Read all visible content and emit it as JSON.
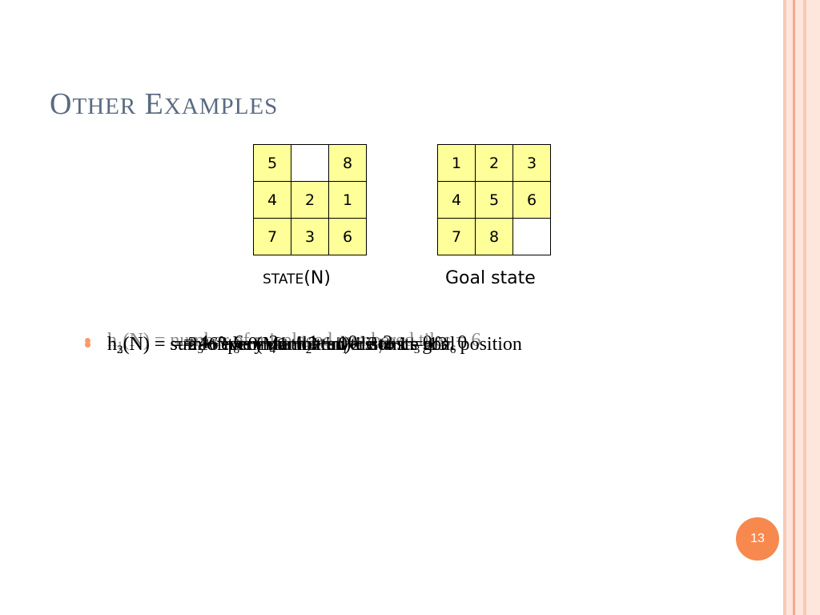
{
  "slide": {
    "title_first_letter_1": "O",
    "title_rest_1": "THER",
    "title_first_letter_2": "E",
    "title_rest_2": "XAMPLES",
    "page_number": "13"
  },
  "state_grid": [
    [
      "5",
      "",
      "8"
    ],
    [
      "4",
      "2",
      "1"
    ],
    [
      "7",
      "3",
      "6"
    ]
  ],
  "goal_grid": [
    [
      "1",
      "2",
      "3"
    ],
    [
      "4",
      "5",
      "6"
    ],
    [
      "7",
      "8",
      ""
    ]
  ],
  "captions": {
    "state_prefix": "STATE",
    "state_suffix": "(N)",
    "goal": "Goal state"
  },
  "bullets": {
    "h1": {
      "h": "h",
      "sub": "1",
      "text": "(N)  = number of misplaced numbered tiles = 6"
    },
    "h2": {
      "h": "h",
      "sub": "2",
      "text": "(N) = sum of the (Manhattan) distance of",
      "line2": "every numbered tile to its goal position",
      "line3": "= 2 + 3 + 0 + 1 + 3 + 0 + 3 + 1 = 13"
    },
    "h3": {
      "h": "h",
      "sub": "3",
      "text": "(N) = sum of permutation inversions",
      "terms_prefix": "= ",
      "terms": [
        {
          "n": "n",
          "sub": "5"
        },
        {
          "n": "n",
          "sub": "8"
        },
        {
          "n": "n",
          "sub": "4"
        },
        {
          "n": "n",
          "sub": "2"
        },
        {
          "n": "n",
          "sub": "1"
        },
        {
          "n": "n",
          "sub": "7"
        },
        {
          "n": "n",
          "sub": "3"
        },
        {
          "n": "n",
          "sub": "6"
        }
      ],
      "values_line": "= 4  + 6  + 3   + 1   + 0  + 2   + 0  + 0",
      "result_line": "= 16"
    }
  },
  "colors": {
    "title": "#5a6a80",
    "tile_fill": "#ffff99",
    "bullet": "#ff9966",
    "page_badge": "#f7884e",
    "stripe_light": "#fde6dc",
    "stripe_mid": "#f9c9b4",
    "stripe_dark": "#f4a88a"
  }
}
